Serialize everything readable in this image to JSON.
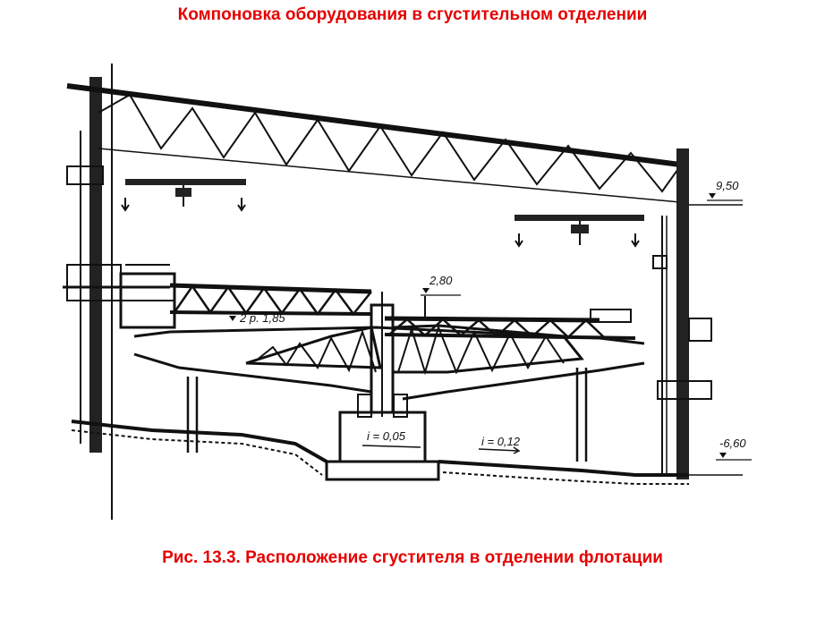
{
  "header": {
    "title": "Компоновка оборудования в сгустительном отделении"
  },
  "figure": {
    "caption": "Рис. 13.3. Расположение сгустителя в отделении флотации",
    "labels": {
      "elev_roof": "9,50",
      "elev_bridge": "2,80",
      "level_left": "2 р. 1,85",
      "slope_center": "i = 0,05",
      "slope_right": "i = 0,12",
      "elev_floor": "-6,60"
    }
  },
  "colors": {
    "accent": "#e60000",
    "ink": "#111111"
  }
}
